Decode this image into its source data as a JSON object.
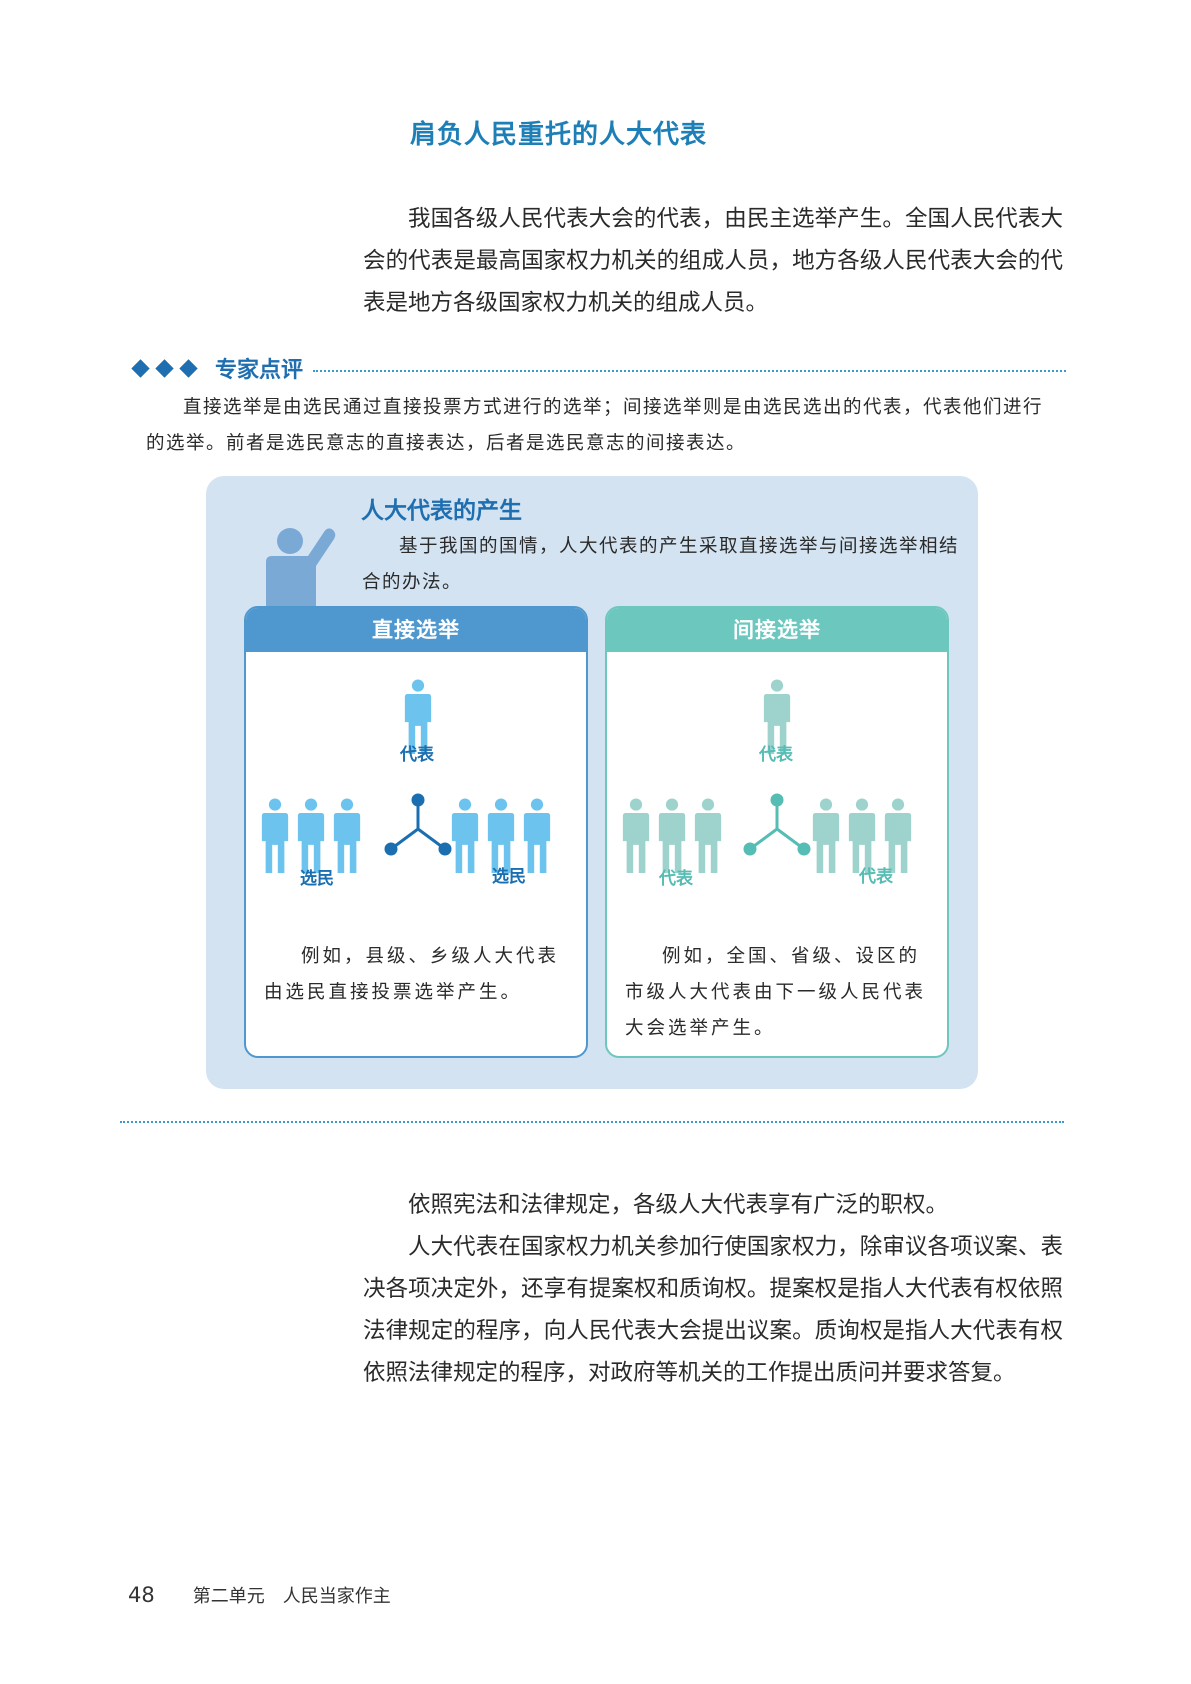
{
  "section_title": "肩负人民重托的人大代表",
  "intro": "我国各级人民代表大会的代表，由民主选举产生。全国人民代表大会的代表是最高国家权力机关的组成人员，地方各级人民代表大会的代表是地方各级国家权力机关的组成人员。",
  "expert": {
    "label": "专家点评",
    "text": "直接选举是由选民通过直接投票方式进行的选举；间接选举则是由选民选出的代表，代表他们进行的选举。前者是选民意志的直接表达，后者是选民意志的间接表达。"
  },
  "panel": {
    "title": "人大代表的产生",
    "desc": "基于我国的国情，人大代表的产生采取直接选举与间接选举相结合的办法。",
    "direct": {
      "heading": "直接选举",
      "top_label": "代表",
      "left_label": "选民",
      "right_label": "选民",
      "example": "例如，县级、乡级人大代表由选民直接投票选举产生。"
    },
    "indirect": {
      "heading": "间接选举",
      "top_label": "代表",
      "left_label": "代表",
      "right_label": "代表",
      "example": "例如，全国、省级、设区的市级人大代表由下一级人民代表大会选举产生。"
    }
  },
  "body": {
    "p1": "依照宪法和法律规定，各级人大代表享有广泛的职权。",
    "p2": "人大代表在国家权力机关参加行使国家权力，除审议各项议案、表决各项决定外，还享有提案权和质询权。提案权是指人大代表有权依照法律规定的程序，向人民代表大会提出议案。质询权是指人大代表有权依照法律规定的程序，对政府等机关的工作提出质问并要求答复。"
  },
  "footer": {
    "page_number": "48",
    "chapter": "第二单元　人民当家作主"
  },
  "colors": {
    "title_blue": "#1e7fb6",
    "panel_bg": "#d3e3f1",
    "direct_accent": "#4f98cf",
    "direct_figure": "#6cc3ee",
    "indirect_accent": "#6cc7be",
    "indirect_figure": "#9dd3cc"
  },
  "icons": [
    "speaker-icon",
    "person-icon",
    "connector-icon"
  ]
}
